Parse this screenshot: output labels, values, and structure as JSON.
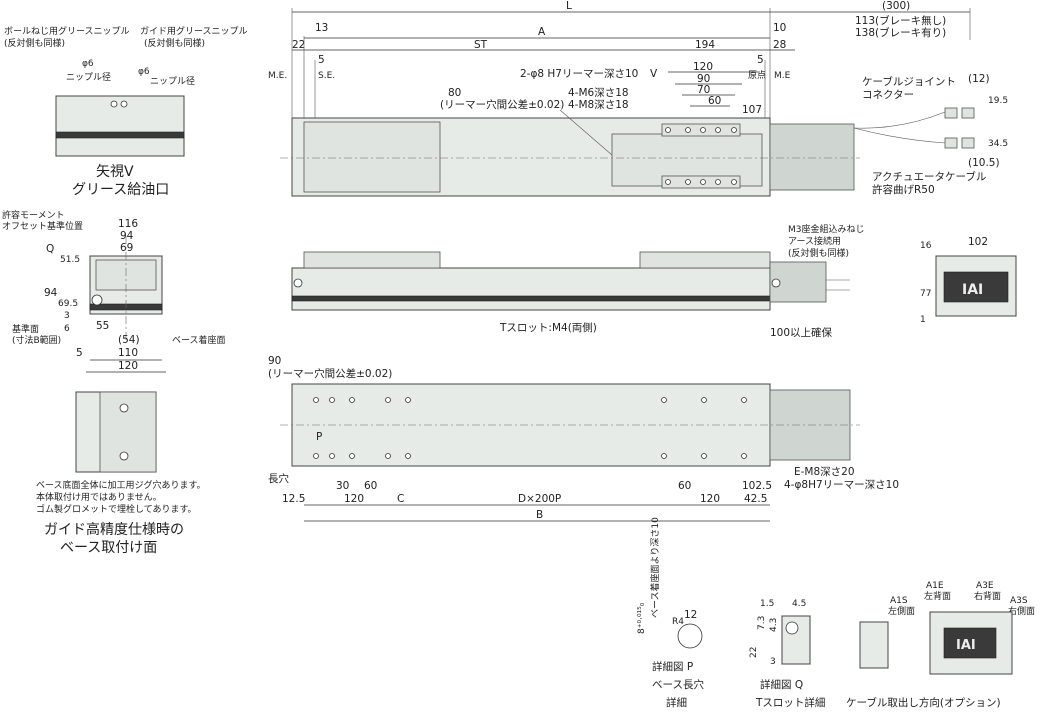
{
  "top_view": {
    "L": "L",
    "A": "A",
    "ST": "ST",
    "d194": "194",
    "d13": "13",
    "d22": "22",
    "d5a": "5",
    "d10": "10",
    "d28": "28",
    "d5b": "5",
    "ME_left": "M.E.",
    "SE": "S.E.",
    "home": "原点",
    "ME_right": "M.E",
    "d300": "(300)",
    "brake_none": "113(ブレーキ無し)",
    "brake_with": "138(ブレーキ有り)",
    "reamer_2": "2-φ8 H7リーマー深さ10",
    "view_V": "V",
    "m6": "4-M6深さ18",
    "m8": "4-M8深さ18",
    "d80": "80",
    "reamer_tol": "(リーマー穴間公差±0.02)",
    "d120": "120",
    "d90": "90",
    "d70": "70",
    "d60": "60",
    "d107": "107",
    "cable_joint": "ケーブルジョイント",
    "connector": "コネクター",
    "d12": "(12)",
    "d19_5": "19.5",
    "d34_5": "34.5",
    "d10_5": "(10.5)",
    "actuator_cable": "アクチュエータケーブル",
    "bend_radius": "許容曲げR50"
  },
  "grease_view": {
    "ball_nipple": "ボールねじ用グリースニップル",
    "ball_nipple_sub": "(反対側も同様)",
    "guide_nipple": "ガイド用グリースニップル",
    "guide_nipple_sub": "(反対側も同様)",
    "phi6_a": "φ6",
    "nipple_dia_a": "ニップル径",
    "phi6_b": "φ6",
    "nipple_dia_b": "ニップル径",
    "caption1": "矢視V",
    "caption2": "グリース給油口"
  },
  "end_view": {
    "moment": "許容モーメント",
    "offset_ref": "オフセット基準位置",
    "d116": "116",
    "d94a": "94",
    "d69": "69",
    "Q": "Q",
    "d51_5": "51.5",
    "d94b": "94",
    "d69_5": "69.5",
    "d3": "3",
    "d6": "6",
    "ref_face": "基準面",
    "ref_range": "(寸法B範囲)",
    "d55": "55",
    "d54": "(54)",
    "d5": "5",
    "d110": "110",
    "d120": "120",
    "base_face": "ベース着座面"
  },
  "side_view": {
    "m3": "M3座金組込みねじ",
    "ground": "アース接続用",
    "ground_sub": "(反対側も同様)",
    "tslot": "Tスロット:M4(両側)",
    "clearance": "100以上確保"
  },
  "motor_end_view": {
    "d102": "102",
    "d16": "16",
    "d77": "77",
    "d1": "1",
    "logo": "IAI"
  },
  "bottom_view": {
    "d90": "90",
    "tol": "(リーマー穴間公差±0.02)",
    "P": "P",
    "slot": "長穴",
    "d12_5": "12.5",
    "d30": "30",
    "d60a": "60",
    "d120a": "120",
    "C": "C",
    "DP": "D×200P",
    "d60b": "60",
    "d120b": "120",
    "d102_5": "102.5",
    "d42_5": "42.5",
    "B": "B",
    "em8": "E-M8深さ20",
    "reamer_4": "4-φ8H7リーマー深さ10"
  },
  "base_mount": {
    "note1": "ベース底面全体に加工用ジグ穴あります。",
    "note2": "本体取付け用ではありません。",
    "note3": "ゴム製グロメットで埋栓してあります。",
    "caption1": "ガイド高精度仕様時の",
    "caption2": "ベース取付け面"
  },
  "detail_p": {
    "depth_note": "ベース着座面より深さ10",
    "tol": "8⁺⁰·⁰¹⁵₀",
    "R4": "R4",
    "d12": "12",
    "caption1": "詳細図 P",
    "caption2": "ベース長穴",
    "caption3": "詳細"
  },
  "detail_q": {
    "d1_5": "1.5",
    "d4_5": "4.5",
    "d7_3": "7.3",
    "d4_3": "4.3",
    "d22": "22",
    "d3": "3",
    "caption1": "詳細図 Q",
    "caption2": "Tスロット詳細"
  },
  "cable_dir": {
    "a1e": "A1E",
    "a1e_sub": "左背面",
    "a3e": "A3E",
    "a3e_sub": "右背面",
    "a1s": "A1S",
    "a1s_sub": "左側面",
    "a3s": "A3S",
    "a3s_sub": "右側面",
    "logo": "IAI",
    "caption": "ケーブル取出し方向(オプション)"
  }
}
